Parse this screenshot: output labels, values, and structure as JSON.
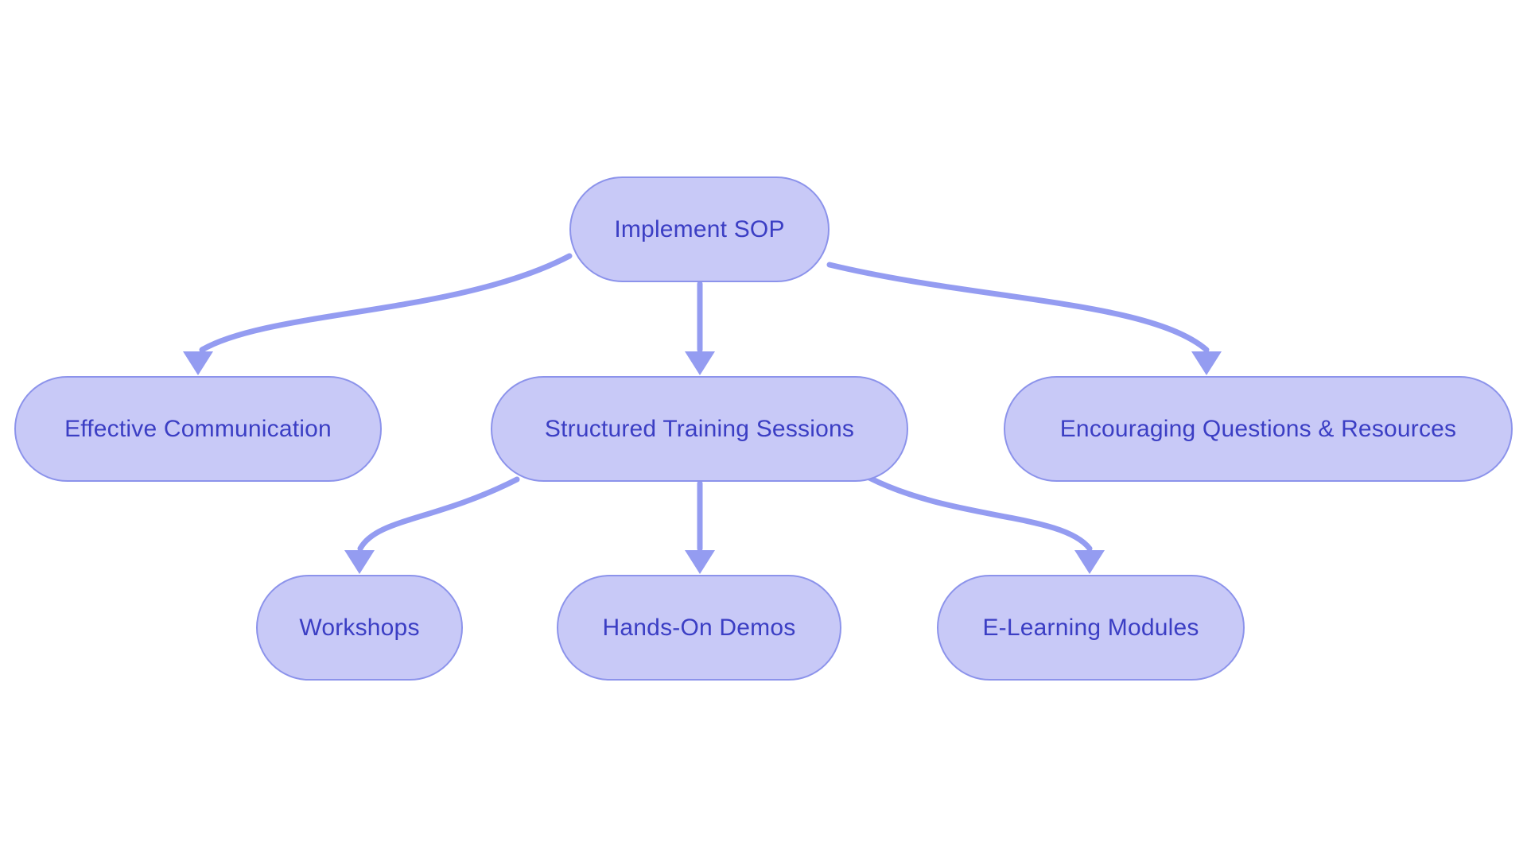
{
  "theme": {
    "background": "#FFFFFF",
    "node_fill": "#C8C9F7",
    "node_border": "#8C93EB",
    "node_text": "#3B3EC4",
    "edge_color": "#949CF1"
  },
  "diagram": {
    "type": "flowchart-top-down",
    "nodes": [
      {
        "id": "implement-sop",
        "label": "Implement SOP"
      },
      {
        "id": "effective-communication",
        "label": "Effective Communication"
      },
      {
        "id": "structured-training-sessions",
        "label": "Structured Training Sessions"
      },
      {
        "id": "encouraging-questions-resources",
        "label": "Encouraging Questions & Resources"
      },
      {
        "id": "workshops",
        "label": "Workshops"
      },
      {
        "id": "hands-on-demos",
        "label": "Hands-On Demos"
      },
      {
        "id": "e-learning-modules",
        "label": "E-Learning Modules"
      }
    ],
    "edges": [
      {
        "from": "implement-sop",
        "to": "effective-communication"
      },
      {
        "from": "implement-sop",
        "to": "structured-training-sessions"
      },
      {
        "from": "implement-sop",
        "to": "encouraging-questions-resources"
      },
      {
        "from": "structured-training-sessions",
        "to": "workshops"
      },
      {
        "from": "structured-training-sessions",
        "to": "hands-on-demos"
      },
      {
        "from": "structured-training-sessions",
        "to": "e-learning-modules"
      }
    ]
  }
}
